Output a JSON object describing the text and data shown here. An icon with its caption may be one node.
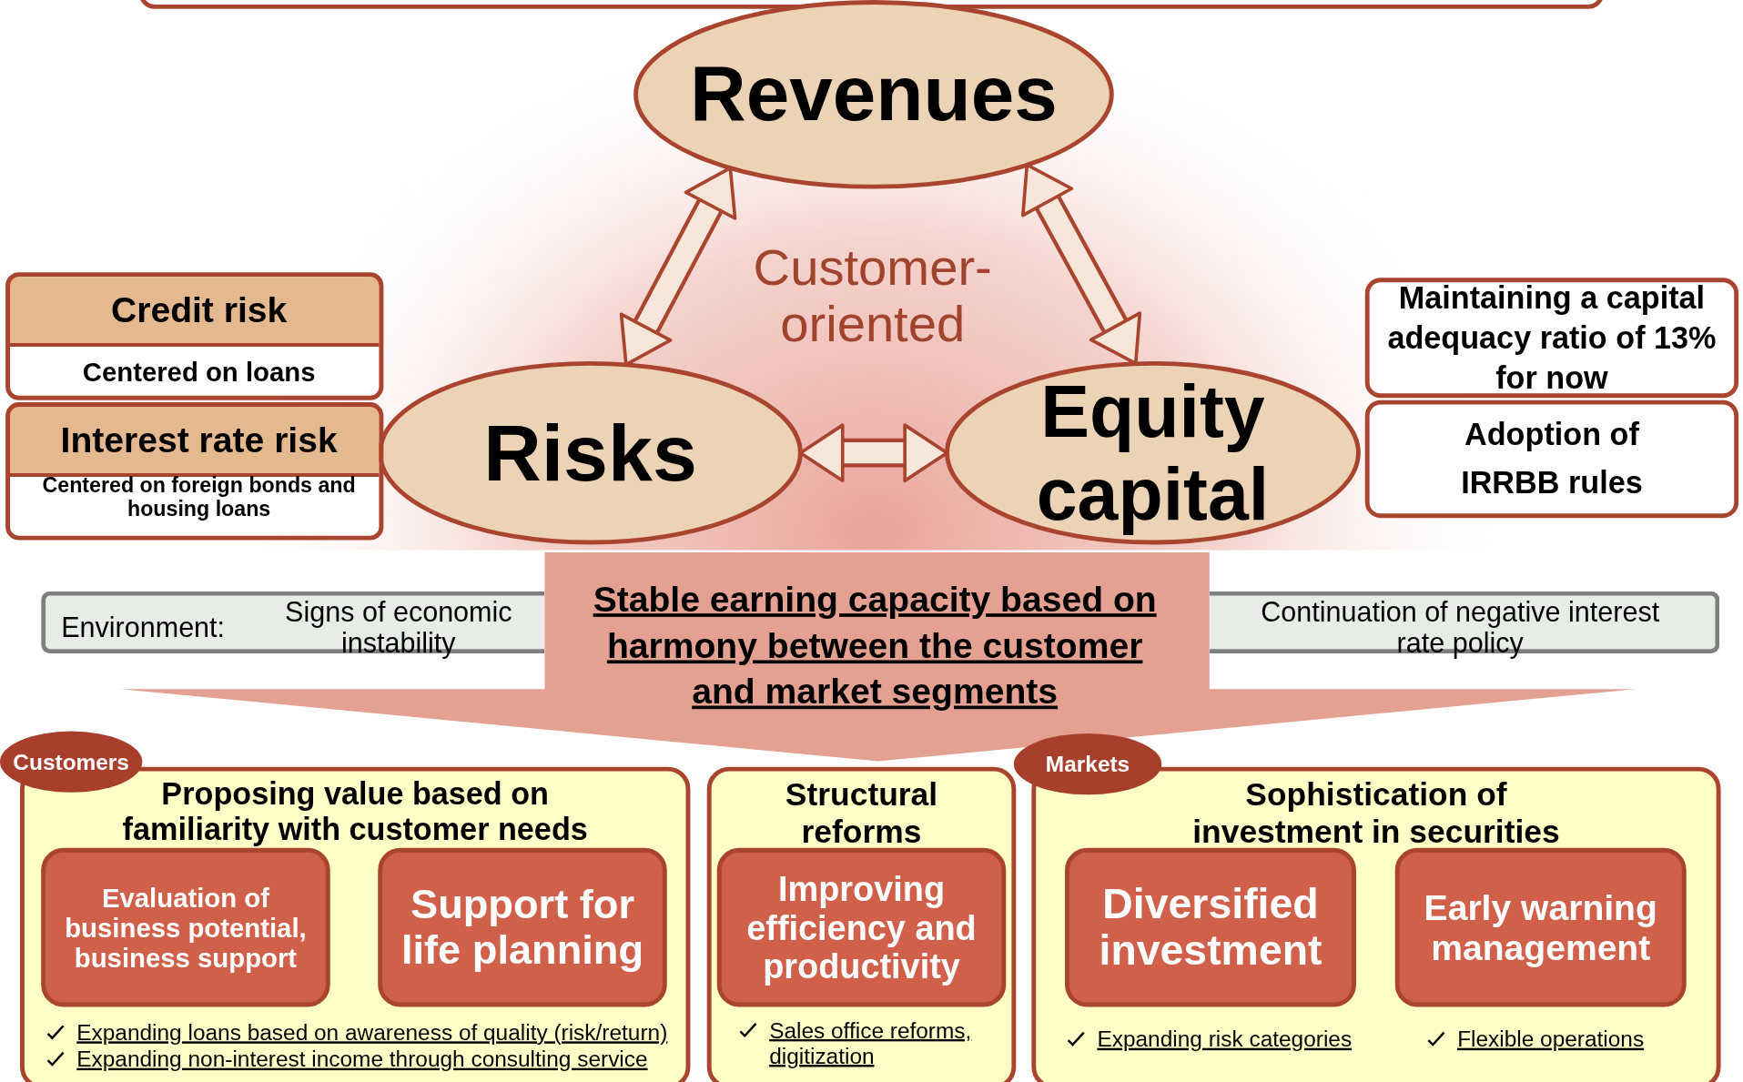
{
  "diagram": {
    "nodes": [
      {
        "text": [],
        "shape": "box"
      },
      {
        "text": [
          "Revenues"
        ]
      },
      {
        "text": [
          "Risks"
        ]
      },
      {
        "text": [
          "Equity capital"
        ]
      },
      {
        "text": [
          "Credit risk",
          "Centered on loans"
        ]
      },
      {
        "text": [
          "Interest rate risk",
          "Centered on foreign bonds and housing loans"
        ]
      },
      {
        "text": [
          "Maintaining a capital adequacy ratio of 13% for now"
        ]
      },
      {
        "text": [
          "Adoption of IRRBB rules"
        ]
      },
      {
        "text": [
          "Environment:",
          "Signs of economic instability"
        ]
      },
      {
        "text": [
          "Continuation of negative interest rate policy"
        ]
      },
      {
        "text": [
          "Stable earning capacity based on harmony between the customer and market segments"
        ]
      },
      {
        "text": [
          "Customers"
        ]
      },
      {
        "text": [
          "Proposing value based on familiarity with customer needs",
          "Expanding loans based on awareness of quality (risk/return)",
          "Expanding non-interest income through consulting service"
        ]
      },
      {
        "text": [
          "Evaluation of business potential, business support"
        ],
        "in": 12
      },
      {
        "text": [
          "Support for life planning"
        ],
        "in": 12
      },
      {
        "text": [
          "Structural reforms",
          "Sales office reforms, digitization"
        ]
      },
      {
        "text": [
          "Improving efficiency and productivity"
        ],
        "in": 15
      },
      {
        "text": [
          "Markets"
        ]
      },
      {
        "text": [
          "Sophistication of investment in securities",
          "Expanding risk categories",
          "Flexible operations"
        ]
      },
      {
        "text": [
          "Diversified investment"
        ],
        "in": 18
      },
      {
        "text": [
          "Early warning management"
        ],
        "in": 18
      }
    ],
    "edges": [
      {
        "from": 1,
        "to": 2,
        "arrow": "both"
      },
      {
        "from": 1,
        "to": 3,
        "arrow": "both"
      },
      {
        "from": 2,
        "to": 3,
        "arrow": "both"
      }
    ],
    "labels": [
      "Customer-oriented"
    ]
  }
}
